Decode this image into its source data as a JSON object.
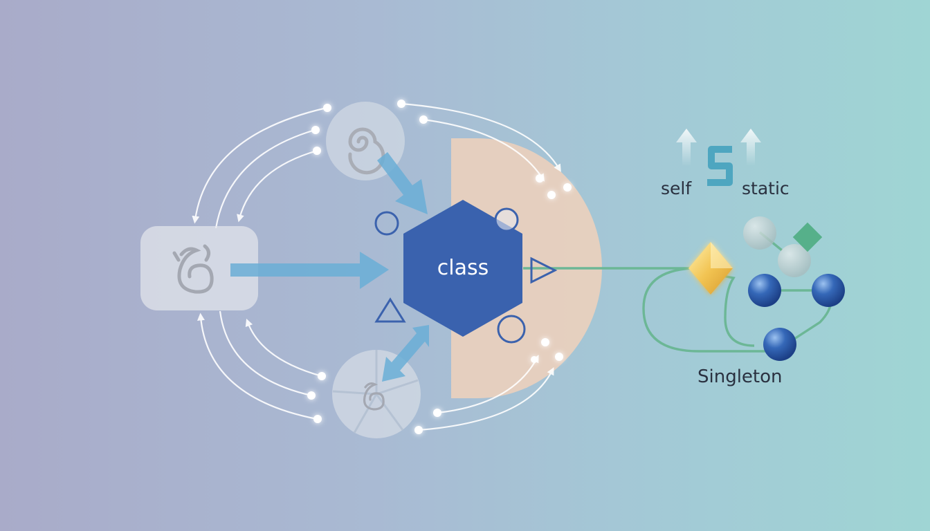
{
  "diagram": {
    "center_label": "class",
    "self_label": "self",
    "static_label": "static",
    "singleton_label": "Singleton",
    "badge_letter": "S"
  },
  "colors": {
    "background_left": "#a9abc9",
    "background_right": "#9fd5d4",
    "hexagon": "#3a62ae",
    "half_disc": "#ecd0bd",
    "arrow": "#6aaed6",
    "link_line": "#6cb796",
    "sphere": "#2f63b0",
    "diamond": "#f1c451",
    "green_diamond": "#56b08a",
    "badge": "#4ea6c0"
  }
}
